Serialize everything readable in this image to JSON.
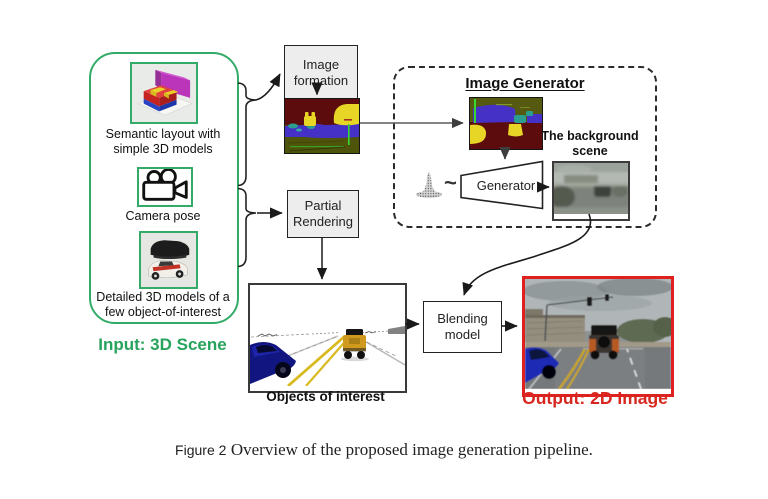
{
  "colors": {
    "accent_green": "#33ab68",
    "accent_red": "#e01f1f",
    "node_fill": "#ededed",
    "stroke": "#1a1a1a"
  },
  "input_panel": {
    "caption": "Input: 3D Scene",
    "items": [
      {
        "icon": "semantic-layout-thumbnail",
        "label": "Semantic layout with\nsimple 3D models"
      },
      {
        "icon": "video-camera-icon",
        "label": "Camera pose"
      },
      {
        "icon": "car-models-thumbnail",
        "label": "Detailed 3D models of a\nfew object-of-interest"
      }
    ]
  },
  "nodes": {
    "image_formation": "Image\nformation",
    "partial_rendering": "Partial\nRendering",
    "blending_model": "Blending\nmodel",
    "generator": "Generator"
  },
  "image_generator": {
    "title": "Image Generator",
    "noise_symbol": "~",
    "background_scene_label": "The background\nscene"
  },
  "outputs": {
    "objects_of_interest": "Objects of interest",
    "output_2d": "Output: 2D Image"
  },
  "caption": {
    "figure_label": "Figure 2",
    "text": "Overview of the proposed image generation pipeline."
  }
}
